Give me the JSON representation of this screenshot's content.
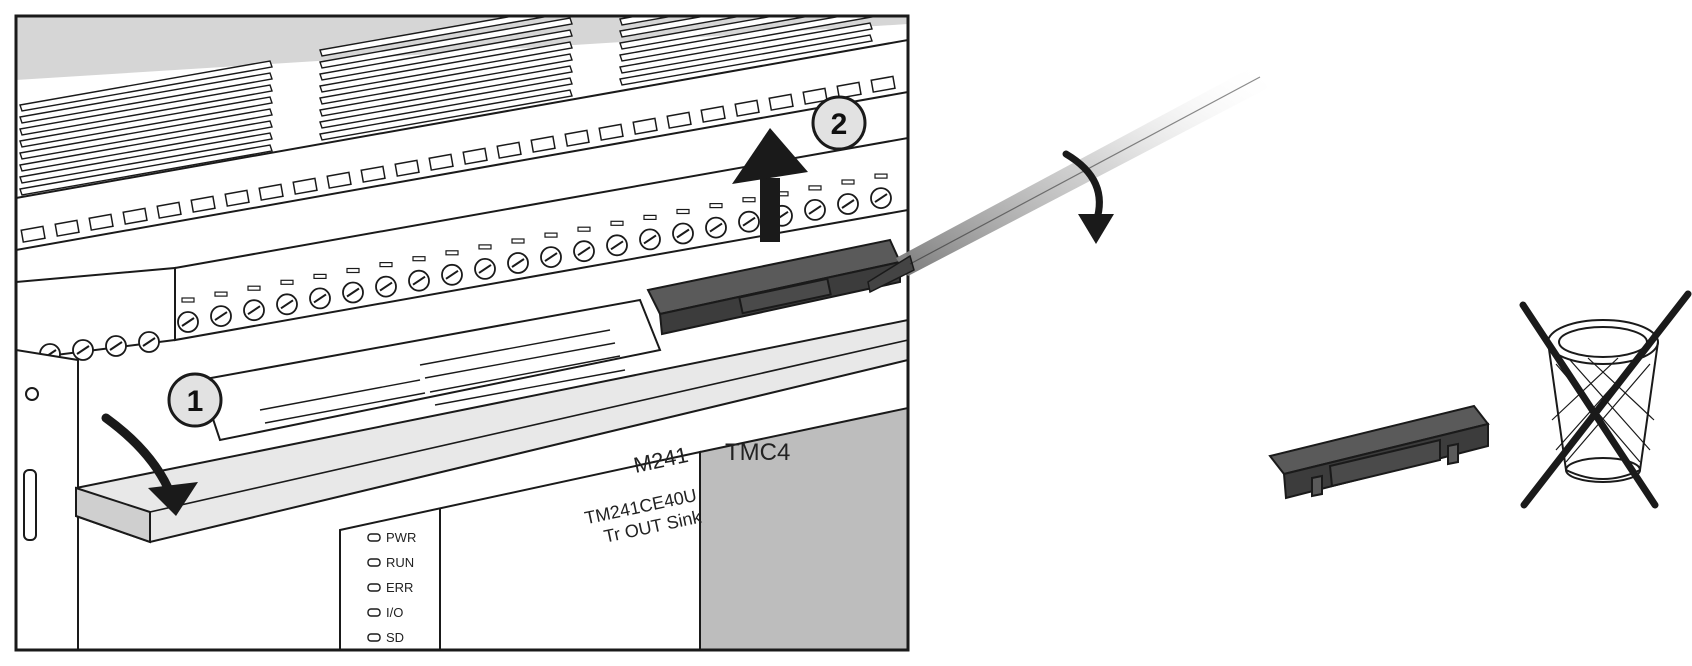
{
  "figure": {
    "steps": [
      {
        "number": "1",
        "meaning": "open-cover"
      },
      {
        "number": "2",
        "meaning": "lift-cap"
      }
    ],
    "controller": {
      "model": "M241",
      "reference": "TM241CE40U",
      "variant": "Tr OUT Sink",
      "cartridge_slot": "TMC4",
      "leds": [
        "PWR",
        "RUN",
        "ERR",
        "I/O",
        "SD"
      ]
    }
  },
  "colors": {
    "outline": "#1a1a1a",
    "device_body": "#ffffff",
    "shade": "#d9d9d9",
    "panel_gray": "#bdbdbd",
    "cap": "#5a5a5a",
    "cap_dark": "#3c3c3c"
  },
  "icons": [
    "curved-arrow-icon",
    "up-arrow-icon",
    "rotate-arrow-icon",
    "screwdriver-icon",
    "trash-bin-icon",
    "cross-icon"
  ]
}
